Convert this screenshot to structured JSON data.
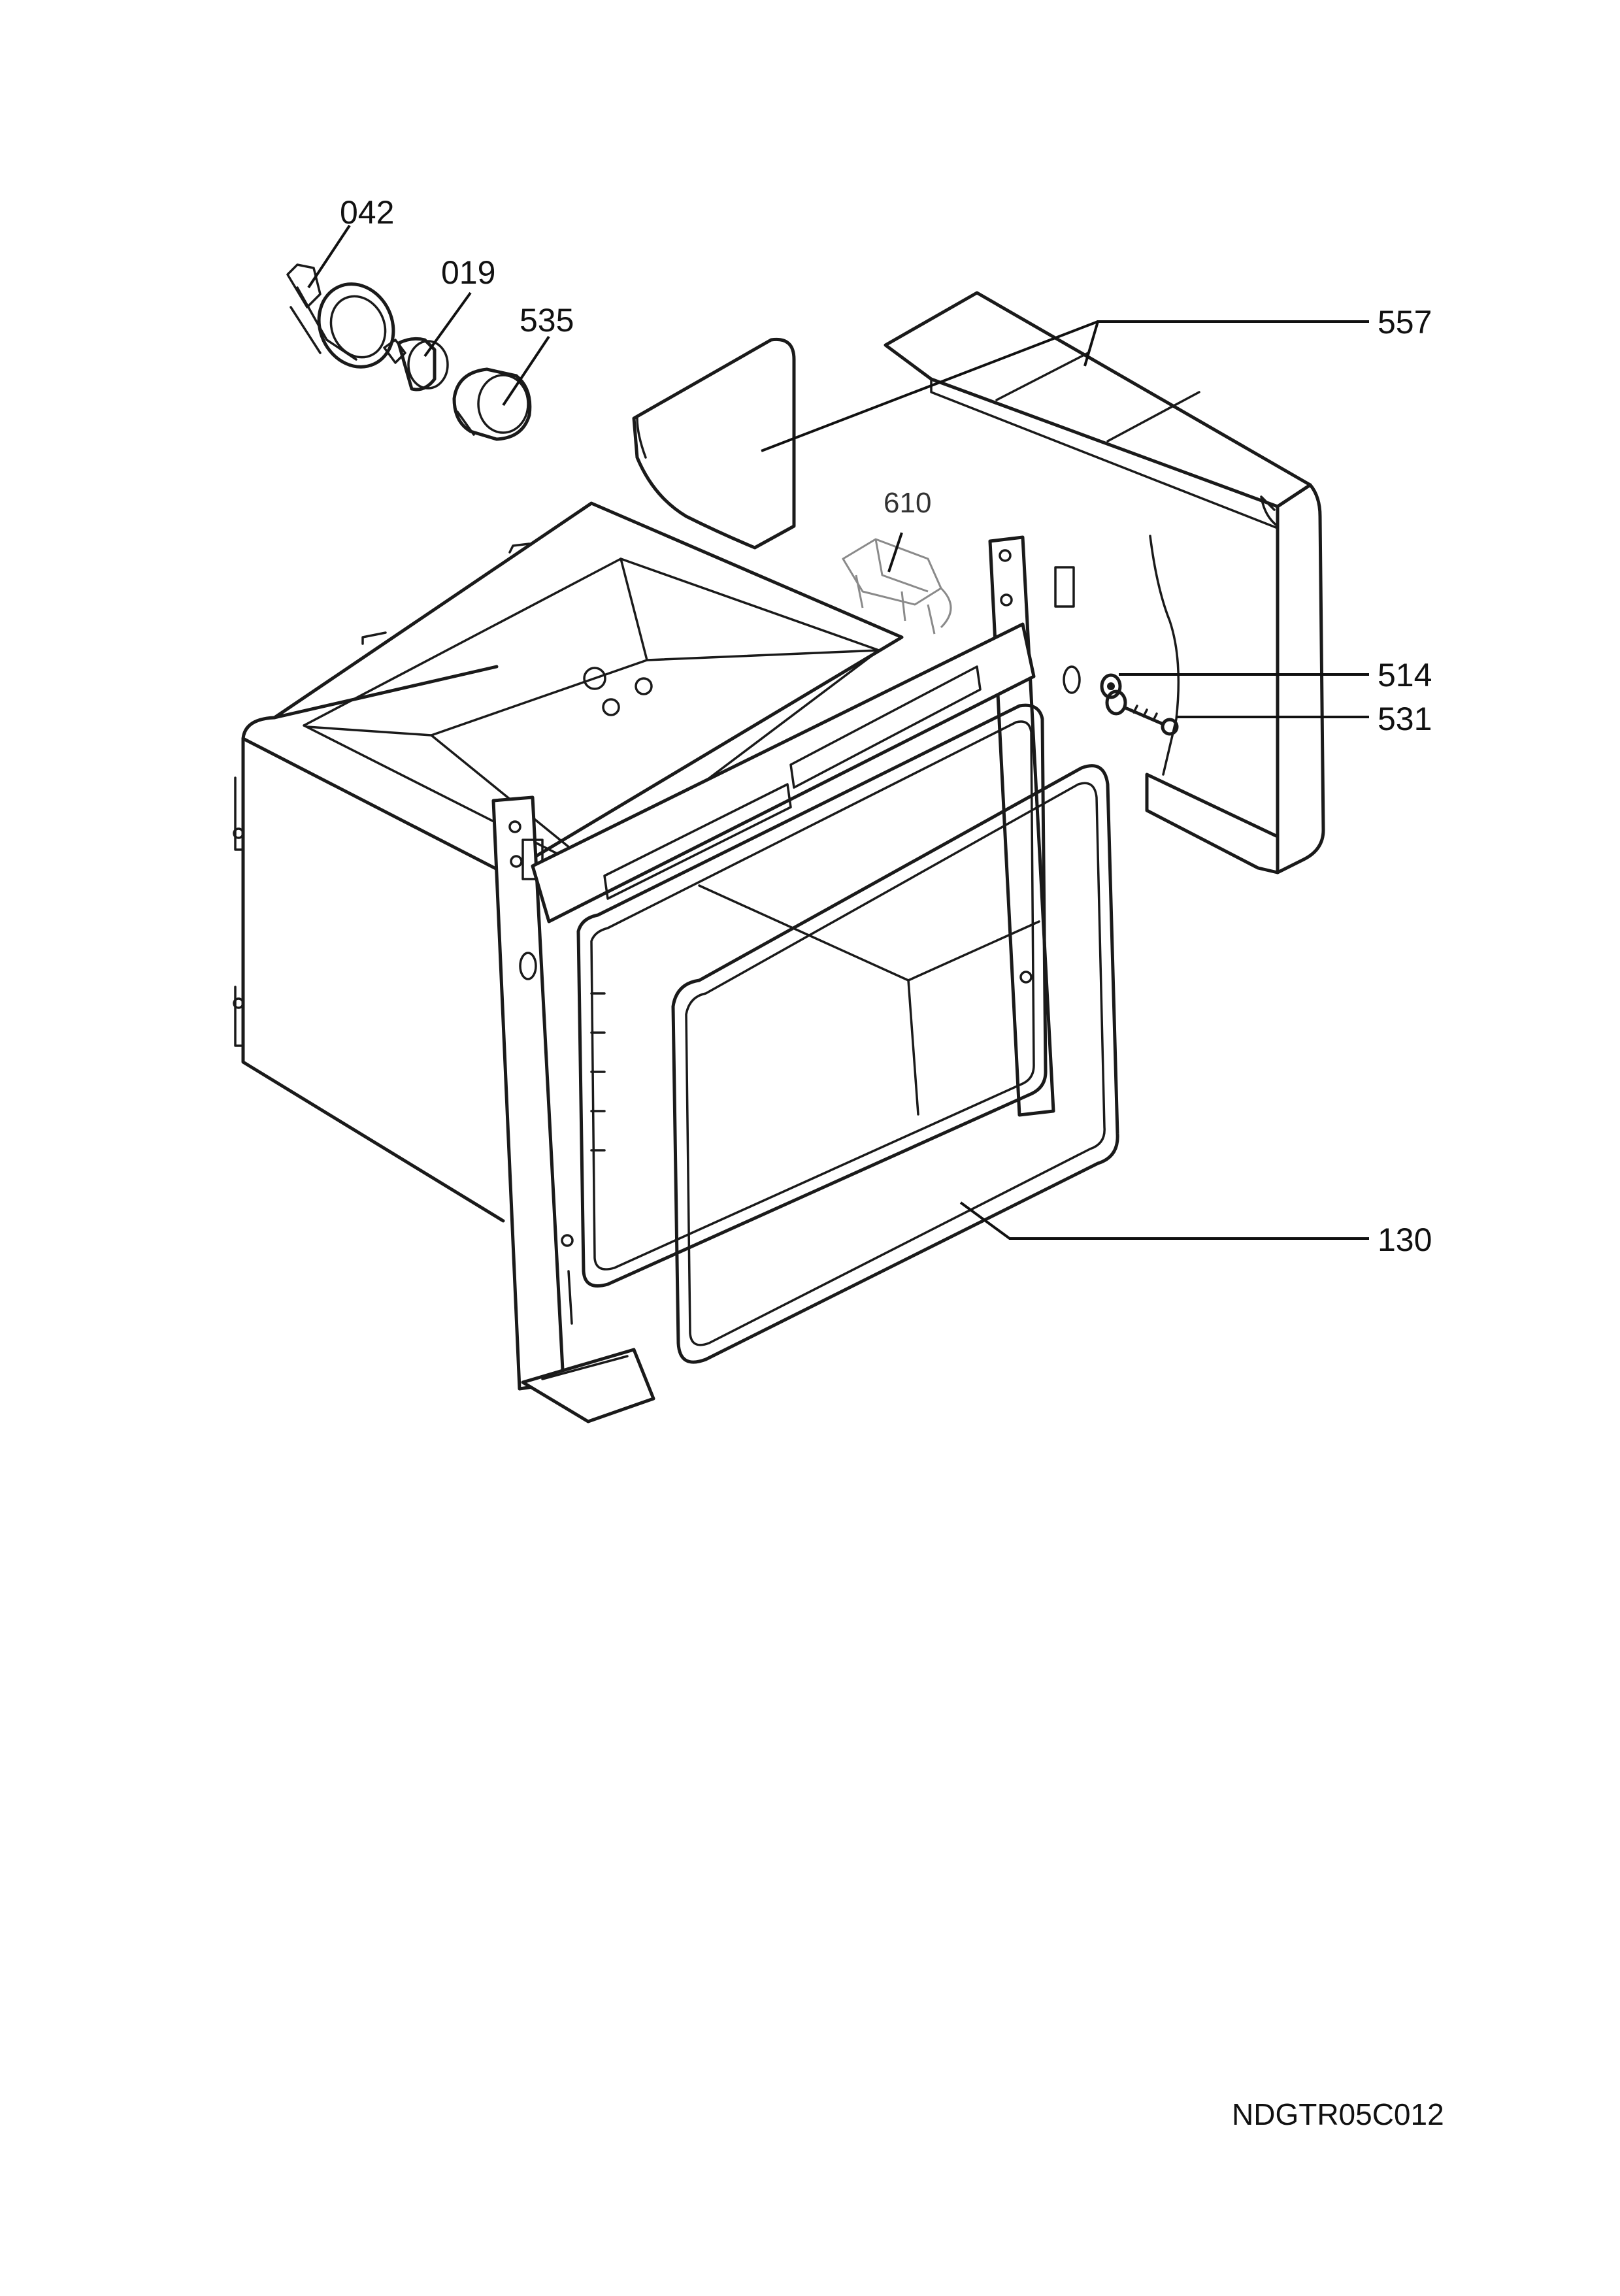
{
  "diagram": {
    "parts": [
      {
        "id": "lamp-holder",
        "label": "042"
      },
      {
        "id": "lamp-bulb",
        "label": "019"
      },
      {
        "id": "lamp-cover",
        "label": "535"
      },
      {
        "id": "insulation",
        "label": "557"
      },
      {
        "id": "thermostat",
        "label": "610"
      },
      {
        "id": "washer",
        "label": "514"
      },
      {
        "id": "screw",
        "label": "531"
      },
      {
        "id": "door-seal",
        "label": "130"
      }
    ],
    "drawing_code": "NDGTR05C012"
  }
}
